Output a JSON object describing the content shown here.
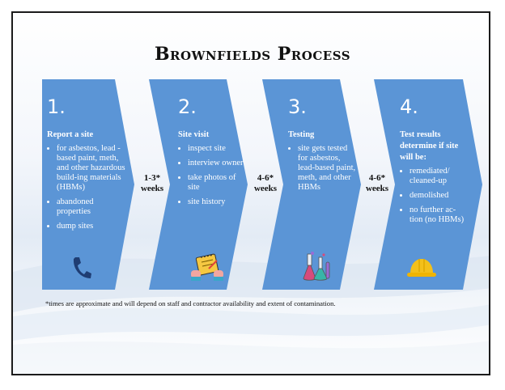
{
  "title": "Brownfields Process",
  "steps": [
    {
      "number": "1.",
      "heading": "Report a site",
      "bullets": [
        "for asbestos, lead -based paint, meth, and other hazardous build-ing materials (HBMs)",
        "abandoned properties",
        "dump sites"
      ],
      "icon": "phone-icon"
    },
    {
      "number": "2.",
      "heading": "Site visit",
      "bullets": [
        "inspect site",
        "interview owner",
        "take photos of site",
        "site history"
      ],
      "icon": "clipboard-hands-icon"
    },
    {
      "number": "3.",
      "heading": "Testing",
      "bullets": [
        "site gets tested for asbestos, lead-based paint, meth, and other HBMs"
      ],
      "icon": "lab-flasks-icon"
    },
    {
      "number": "4.",
      "heading": "Test results determine if site will be:",
      "bullets": [
        "remediated/ cleaned-up",
        "demolished",
        "no further ac-tion (no HBMs)"
      ],
      "icon": "hard-hat-icon"
    }
  ],
  "durations": [
    {
      "line1": "1-3*",
      "line2": "weeks"
    },
    {
      "line1": "4-6*",
      "line2": "weeks"
    },
    {
      "line1": "4-6*",
      "line2": "weeks"
    }
  ],
  "footnote": "*times are approximate and will depend on staff and contractor availability and extent of contamination.",
  "colors": {
    "chevron": "#5b95d6",
    "text_dark": "#111111",
    "icon_navy": "#1f3d73"
  }
}
